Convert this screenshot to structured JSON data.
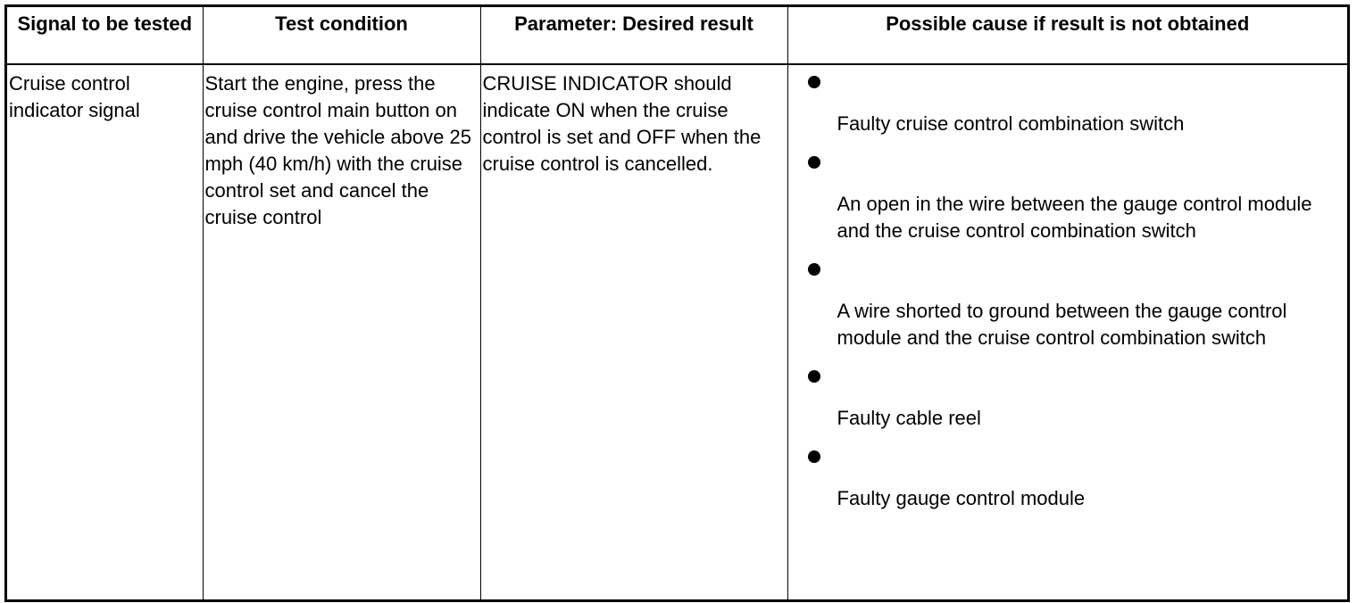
{
  "table": {
    "headers": [
      "Signal to be tested",
      "Test condition",
      "Parameter: Desired result",
      "Possible cause if result is not obtained"
    ],
    "row": {
      "signal": "Cruise control indicator signal",
      "condition": "Start the engine, press the cruise control main button on and drive the vehicle above 25 mph (40 km/h) with the cruise control set and cancel the cruise control",
      "parameter": "CRUISE INDICATOR should indicate ON when the cruise control is set and OFF when the cruise control is cancelled.",
      "causes": [
        "Faulty cruise control combination switch",
        "An open in the wire between the gauge control module and the cruise control combination switch",
        "A wire shorted to ground between the gauge control module and the cruise control combination switch",
        "Faulty cable reel",
        "Faulty gauge control module"
      ]
    }
  }
}
